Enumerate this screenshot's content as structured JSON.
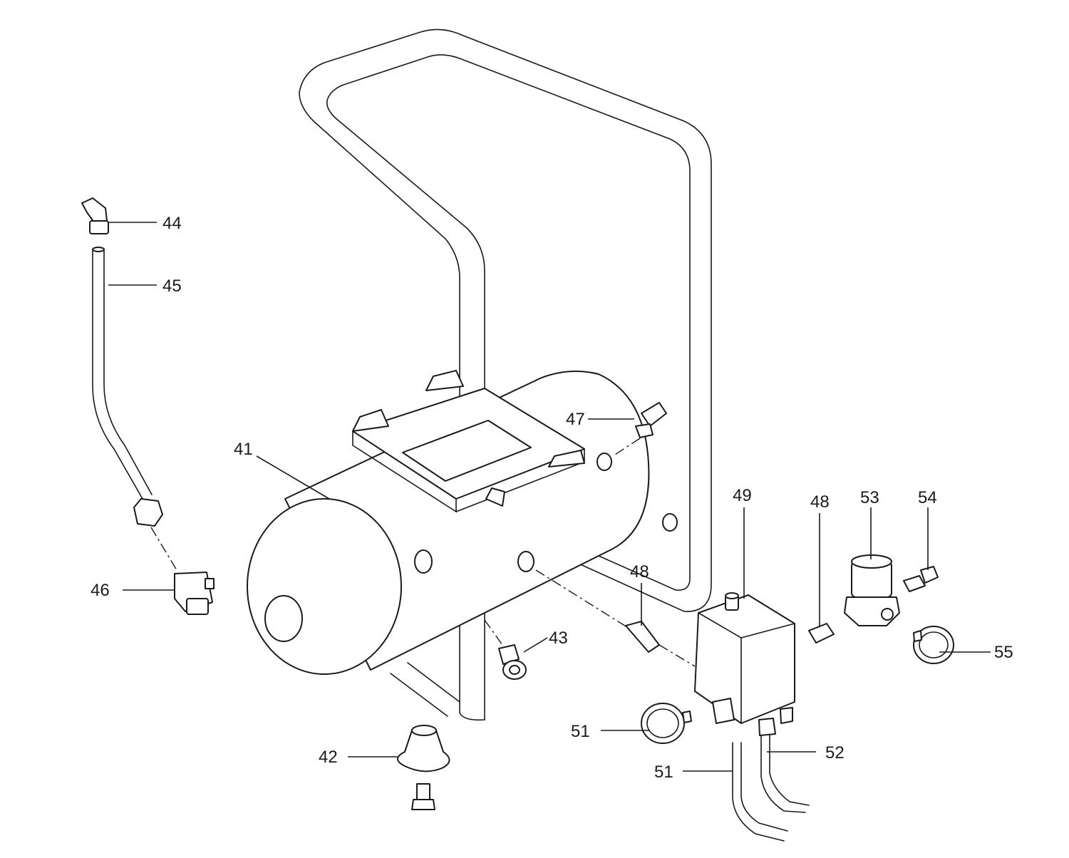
{
  "diagram": {
    "callouts": [
      {
        "id": "c41",
        "label": "41"
      },
      {
        "id": "c42",
        "label": "42"
      },
      {
        "id": "c43",
        "label": "43"
      },
      {
        "id": "c44",
        "label": "44"
      },
      {
        "id": "c45",
        "label": "45"
      },
      {
        "id": "c46",
        "label": "46"
      },
      {
        "id": "c47",
        "label": "47"
      },
      {
        "id": "c48a",
        "label": "48"
      },
      {
        "id": "c48b",
        "label": "48"
      },
      {
        "id": "c49",
        "label": "49"
      },
      {
        "id": "c51a",
        "label": "51"
      },
      {
        "id": "c51b",
        "label": "51"
      },
      {
        "id": "c52",
        "label": "52"
      },
      {
        "id": "c53",
        "label": "53"
      },
      {
        "id": "c54",
        "label": "54"
      },
      {
        "id": "c55",
        "label": "55"
      }
    ],
    "line_color": "#1a1a1a",
    "background": "#ffffff"
  }
}
